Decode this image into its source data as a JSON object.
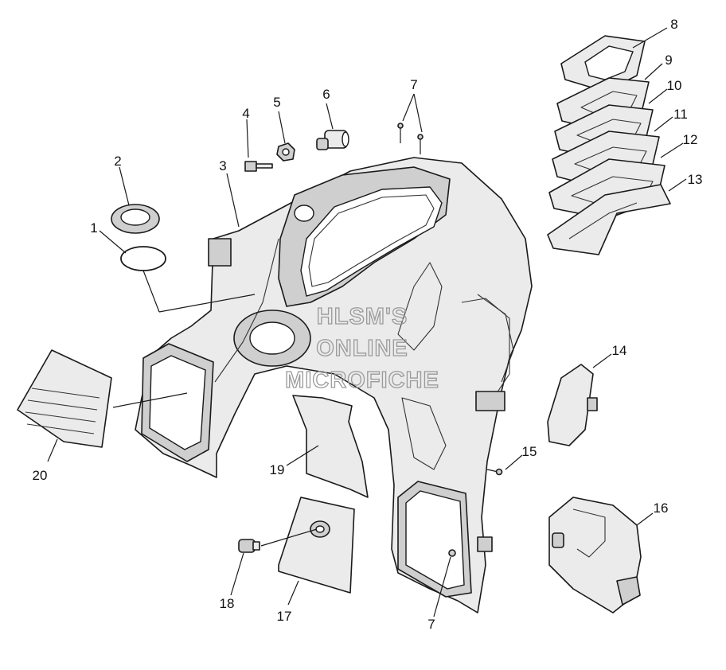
{
  "watermark": {
    "line1": "HLSM'S",
    "line2": "ONLINE",
    "line3": "MICROFICHE"
  },
  "callouts": [
    {
      "id": "c1",
      "label": "1"
    },
    {
      "id": "c2",
      "label": "2"
    },
    {
      "id": "c3",
      "label": "3"
    },
    {
      "id": "c4",
      "label": "4"
    },
    {
      "id": "c5",
      "label": "5"
    },
    {
      "id": "c6",
      "label": "6"
    },
    {
      "id": "c7a",
      "label": "7"
    },
    {
      "id": "c7b",
      "label": "7"
    },
    {
      "id": "c8",
      "label": "8"
    },
    {
      "id": "c9",
      "label": "9"
    },
    {
      "id": "c10",
      "label": "10"
    },
    {
      "id": "c11",
      "label": "11"
    },
    {
      "id": "c12",
      "label": "12"
    },
    {
      "id": "c13",
      "label": "13"
    },
    {
      "id": "c14",
      "label": "14"
    },
    {
      "id": "c15",
      "label": "15"
    },
    {
      "id": "c16",
      "label": "16"
    },
    {
      "id": "c17",
      "label": "17"
    },
    {
      "id": "c18",
      "label": "18"
    },
    {
      "id": "c19",
      "label": "19"
    },
    {
      "id": "c20",
      "label": "20"
    }
  ]
}
